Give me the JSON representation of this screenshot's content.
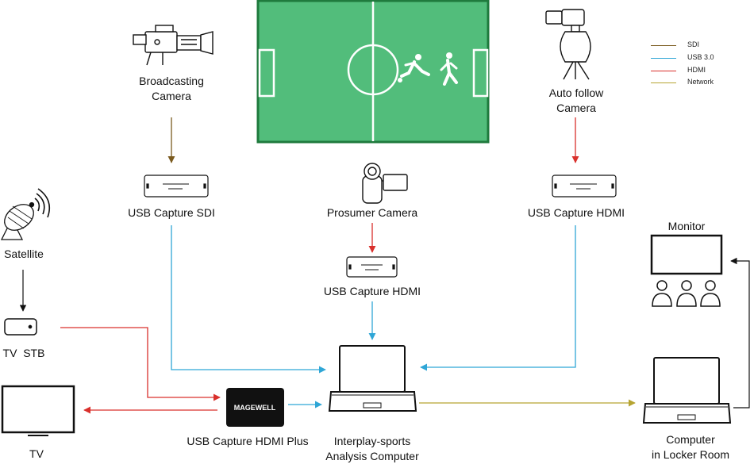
{
  "labels": {
    "broadcasting_camera": [
      "Broadcasting",
      "Camera"
    ],
    "auto_follow_camera": [
      "Auto follow",
      "Camera"
    ],
    "usb_capture_sdi": "USB Capture SDI",
    "prosumer_camera": "Prosumer Camera",
    "usb_capture_hdmi_top": "USB Capture HDMI",
    "usb_capture_hdmi_mid": "USB Capture HDMI",
    "monitor": "Monitor",
    "satellite": "Satellite",
    "tv_stb": "TV  STB",
    "tv": "TV",
    "usb_capture_hdmi_plus": "USB Capture HDMI Plus",
    "analysis_computer": [
      "Interplay-sports",
      "Analysis Computer"
    ],
    "locker_room_computer": [
      "Computer",
      "in Locker Room"
    ]
  },
  "device_text": {
    "magewell": "MAGEWELL"
  },
  "legend": [
    {
      "label": "SDI",
      "color": "#7a5a1e"
    },
    {
      "label": "USB 3.0",
      "color": "#2fa6d6"
    },
    {
      "label": "HDMI",
      "color": "#d9302c"
    },
    {
      "label": "Network",
      "color": "#b6a432"
    }
  ],
  "colors": {
    "field_green": "#52bd7b",
    "field_border": "#1f7a3d",
    "sdi": "#7a5a1e",
    "usb": "#2fa6d6",
    "hdmi": "#d9302c",
    "network": "#b6a432"
  },
  "icons": {
    "broadcast_camera": "video-camera-icon",
    "auto_follow_camera": "ptz-camera-icon",
    "prosumer_camera": "camcorder-icon",
    "satellite": "satellite-dish-icon",
    "stb": "set-top-box-icon",
    "tv": "tv-icon",
    "monitor": "monitor-audience-icon",
    "laptop": "laptop-icon"
  }
}
